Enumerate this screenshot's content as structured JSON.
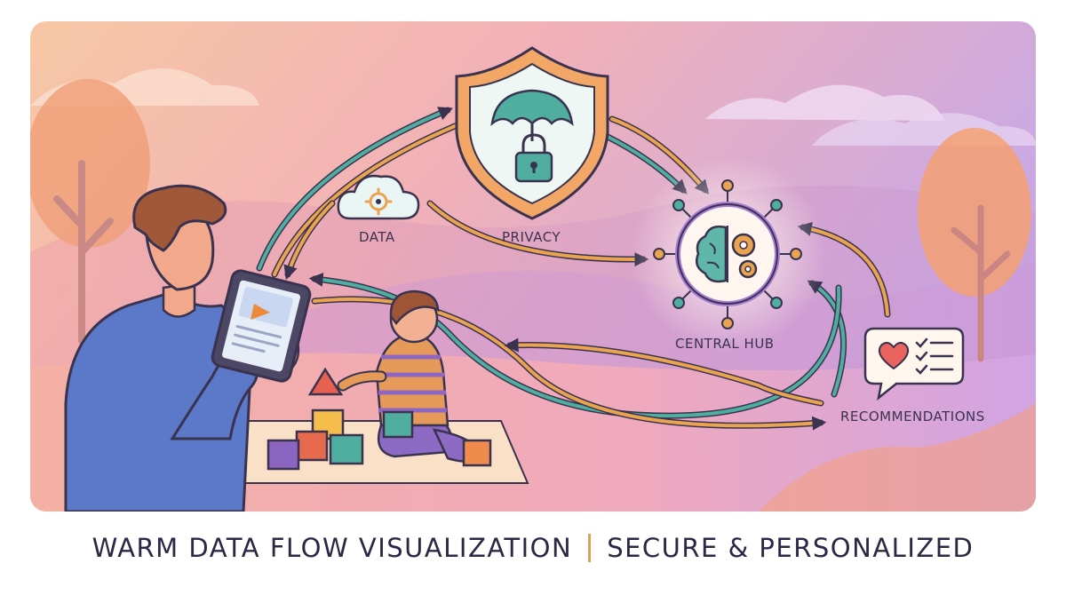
{
  "labels": {
    "data": "DATA",
    "privacy": "PRIVACY",
    "central_hub": "CENTRAL HUB",
    "recommendations": "RECOMMENDATIONS"
  },
  "caption": {
    "left": "WARM DATA FLOW VISUALIZATION",
    "right": "SECURE & PERSONALIZED"
  },
  "icons": [
    "cloud-gear-icon",
    "umbrella-shield-icon",
    "padlock-icon",
    "brain-gear-icon",
    "heart-checklist-icon",
    "tablet-play-icon"
  ],
  "colors": {
    "teal": "#4fae9f",
    "orange": "#eaa44f",
    "outline": "#3a3350",
    "shield": "#f2a766",
    "hub": "#a77dd4"
  }
}
